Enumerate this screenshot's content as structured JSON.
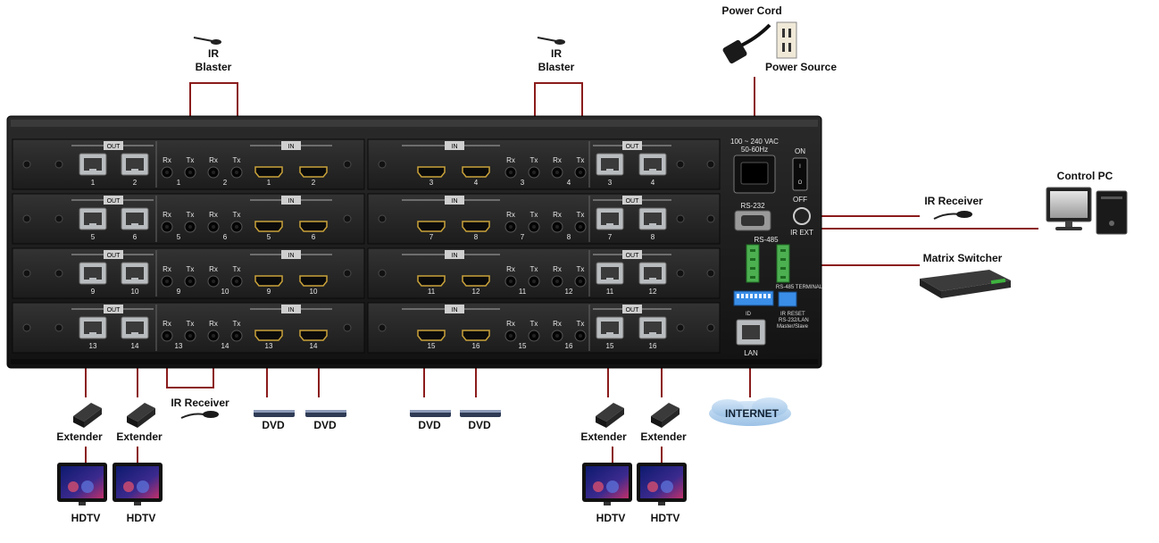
{
  "labels": {
    "power_cord": "Power Cord",
    "power_source": "Power Source",
    "ir_blaster": [
      "IR",
      "Blaster"
    ],
    "control_pc": "Control PC",
    "ir_receiver": "IR Receiver",
    "matrix_switcher": "Matrix Switcher",
    "internet": "INTERNET",
    "extender": "Extender",
    "hdtv": "HDTV",
    "dvd": "DVD"
  },
  "panel": {
    "out_label": "OUT",
    "in_label": "IN",
    "rx": "Rx",
    "tx": "Tx",
    "rows": [
      {
        "left_out": [
          "1",
          "2"
        ],
        "left_ir": [
          "1",
          "2"
        ],
        "left_in": [
          "1",
          "2"
        ],
        "right_in": [
          "3",
          "4"
        ],
        "right_ir": [
          "3",
          "4"
        ],
        "right_out": [
          "3",
          "4"
        ]
      },
      {
        "left_out": [
          "5",
          "6"
        ],
        "left_ir": [
          "5",
          "6"
        ],
        "left_in": [
          "5",
          "6"
        ],
        "right_in": [
          "7",
          "8"
        ],
        "right_ir": [
          "7",
          "8"
        ],
        "right_out": [
          "7",
          "8"
        ]
      },
      {
        "left_out": [
          "9",
          "10"
        ],
        "left_ir": [
          "9",
          "10"
        ],
        "left_in": [
          "9",
          "10"
        ],
        "right_in": [
          "11",
          "12"
        ],
        "right_ir": [
          "11",
          "12"
        ],
        "right_out": [
          "11",
          "12"
        ]
      },
      {
        "left_out": [
          "13",
          "14"
        ],
        "left_ir": [
          "13",
          "14"
        ],
        "left_in": [
          "13",
          "14"
        ],
        "right_in": [
          "15",
          "16"
        ],
        "right_ir": [
          "15",
          "16"
        ],
        "right_out": [
          "15",
          "16"
        ]
      }
    ],
    "voltage": "100 ~ 240 VAC",
    "frequency": "50-60Hz",
    "on": "ON",
    "off": "OFF",
    "rs232": "RS-232",
    "ir_ext": "IR EXT",
    "rs485": "RS-485",
    "rs485_terminal": "RS-485 TERMINAL",
    "id": "ID",
    "ir_reset": "IR RESET",
    "rs232_lan": "RS-232/LAN",
    "master_slave": "Master/Slave",
    "lan": "LAN"
  },
  "colors": {
    "wire": "#8b1c1c",
    "panel": "#1b1b1b",
    "slot": "#262626",
    "rj45": "#b9bcbf",
    "hdmi_gold": "#c9a23a",
    "dip": "#3a8ee8",
    "terminal": "#4caf50"
  }
}
